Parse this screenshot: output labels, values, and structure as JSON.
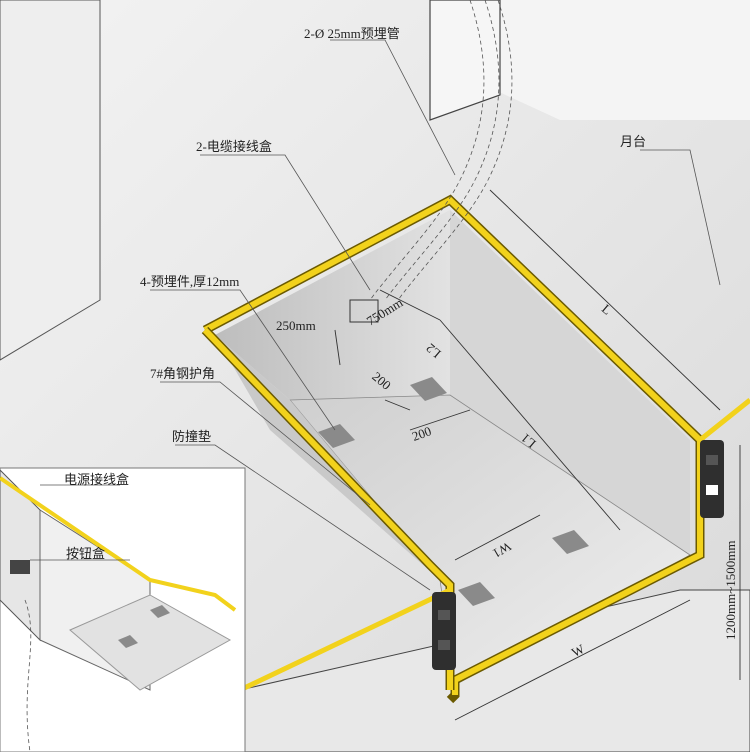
{
  "labels": {
    "pipe": "2-Ø 25mm预埋管",
    "cable_box": "2-电缆接线盒",
    "platform": "月台",
    "embedded_plate": "4-预埋件,厚12mm",
    "angle_steel": "7#角钢护角",
    "bumper": "防撞垫",
    "power_box": "电源接线盒",
    "button_box": "按钮盒"
  },
  "dimensions": {
    "d250": "250mm",
    "d750": "750mm",
    "d200a": "200",
    "d200b": "200",
    "L": "L",
    "L1": "L1",
    "L2": "L2",
    "W": "W",
    "W1": "W1",
    "height": "1200mm~1500mm"
  },
  "colors": {
    "yellow_trim": "#f2d21c",
    "trim_edge": "#6b5a00",
    "wall": "#ececec",
    "floor": "#dcdcdc",
    "pit_floor": "#e6e6e6",
    "plate": "#8a8a8a",
    "bumper": "#2f2f2f"
  }
}
